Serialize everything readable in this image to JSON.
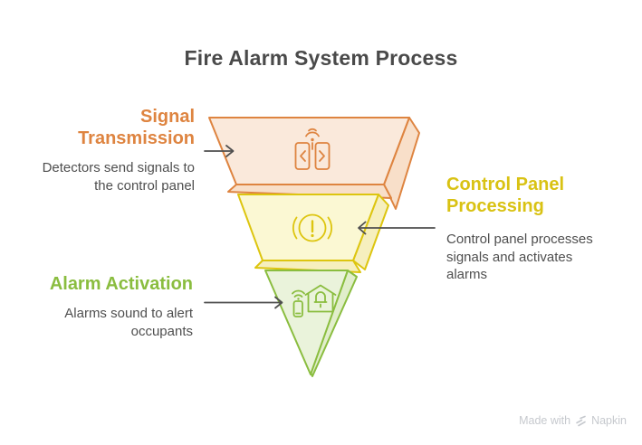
{
  "title": "Fire Alarm System Process",
  "stages": [
    {
      "label": "Signal Transmission",
      "description": "Detectors send signals to the control panel",
      "accent": "#DE8440",
      "front_fill": "#FAE9DB",
      "side_fill": "#F8DFC9",
      "icon": "signal-broadcast-icon"
    },
    {
      "label": "Control Panel Processing",
      "description": "Control panel processes signals and activates alarms",
      "accent": "#DDC50F",
      "front_fill": "#FBF8D3",
      "side_fill": "#F6EFBE",
      "icon": "alert-circle-icon"
    },
    {
      "label": "Alarm Activation",
      "description": "Alarms sound to alert occupants",
      "accent": "#8ABD3F",
      "front_fill": "#EAF3DB",
      "side_fill": "#E1EECB",
      "icon": "home-bell-icon"
    }
  ],
  "connector_color": "#4F4F4F",
  "palette": {
    "title_color": "#4A4A4A",
    "body_text_color": "#4F4F4F",
    "watermark_color": "#C6C9CE",
    "background": "#FFFFFF"
  },
  "watermark": {
    "prefix": "Made with",
    "brand": "Napkin"
  }
}
